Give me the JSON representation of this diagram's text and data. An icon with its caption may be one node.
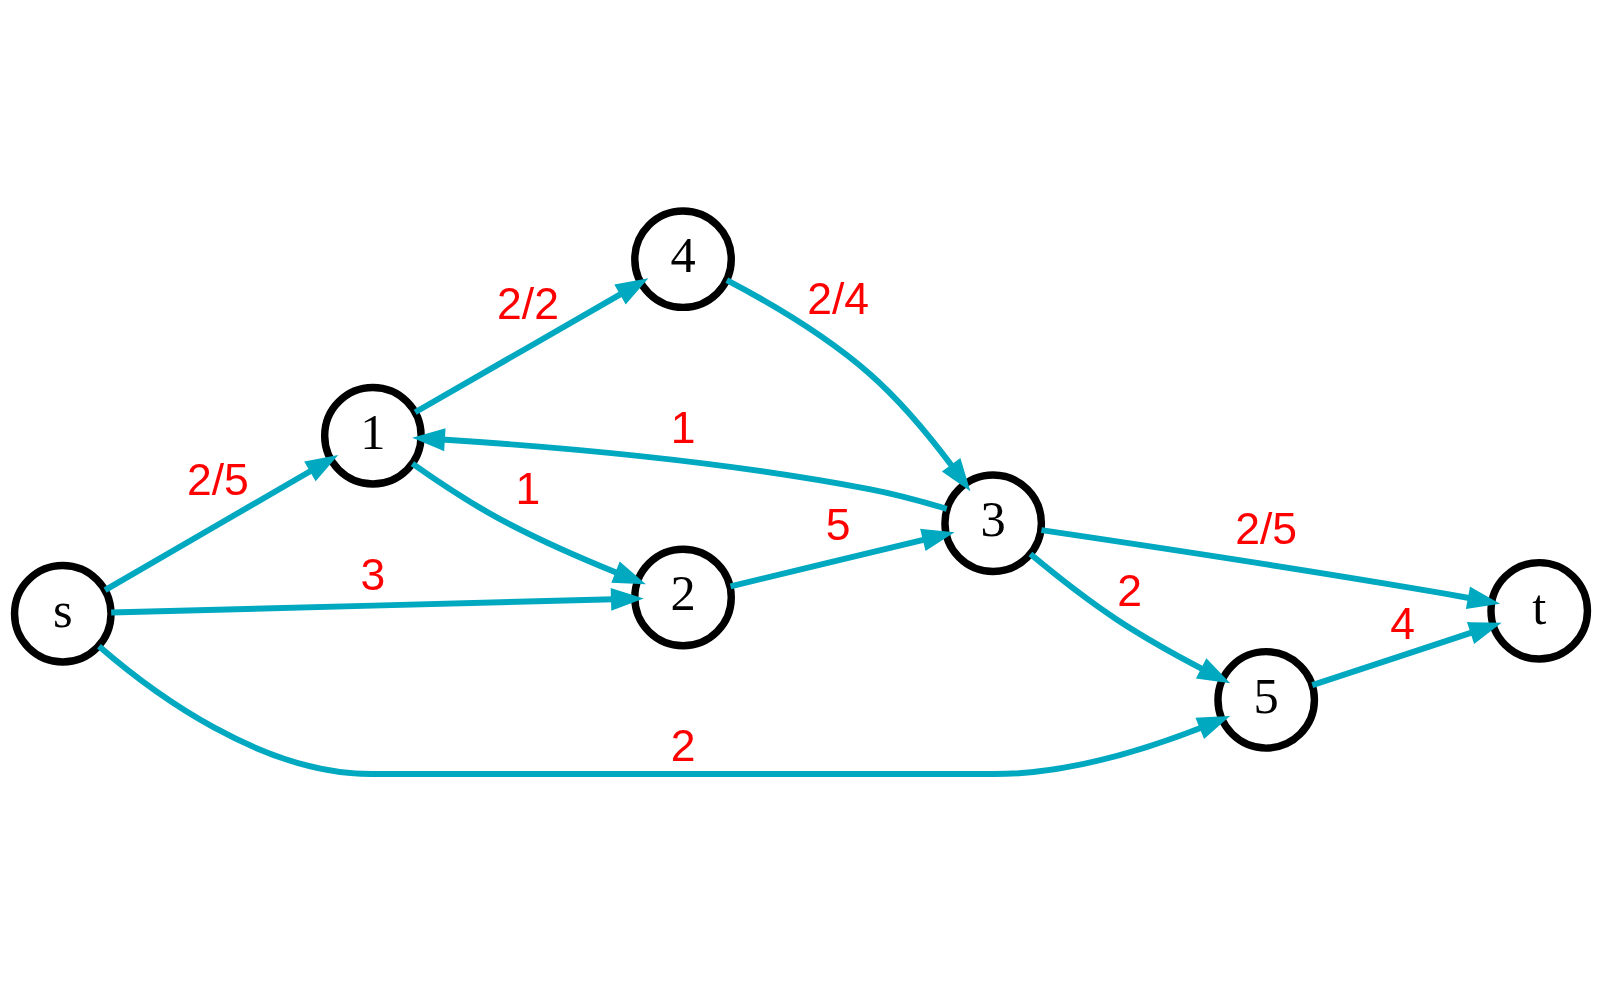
{
  "diagram": {
    "nodes": [
      {
        "text": [
          "s"
        ]
      },
      {
        "text": [
          "1"
        ]
      },
      {
        "text": [
          "4"
        ]
      },
      {
        "text": [
          "2"
        ]
      },
      {
        "text": [
          "3"
        ]
      },
      {
        "text": [
          "t"
        ]
      },
      {
        "text": [
          "5"
        ]
      }
    ],
    "edges": [
      {
        "from": 0,
        "to": 1,
        "arrow": "to",
        "label": "2/5"
      },
      {
        "from": 1,
        "to": 2,
        "arrow": "to",
        "label": "2/2"
      },
      {
        "from": 1,
        "to": 3,
        "arrow": "to",
        "label": "1"
      },
      {
        "from": 4,
        "to": 1,
        "arrow": "to",
        "label": "1"
      },
      {
        "from": 2,
        "to": 4,
        "arrow": "to",
        "label": "2/4"
      },
      {
        "from": 0,
        "to": 3,
        "arrow": "to",
        "label": "3"
      },
      {
        "from": 3,
        "to": 4,
        "arrow": "to",
        "label": "5"
      },
      {
        "from": 4,
        "to": 5,
        "arrow": "to",
        "label": "2/5"
      },
      {
        "from": 4,
        "to": 6,
        "arrow": "to",
        "label": "2"
      },
      {
        "from": 0,
        "to": 6,
        "arrow": "to",
        "label": "2"
      },
      {
        "from": 6,
        "to": 5,
        "arrow": "to",
        "label": "4"
      }
    ]
  }
}
